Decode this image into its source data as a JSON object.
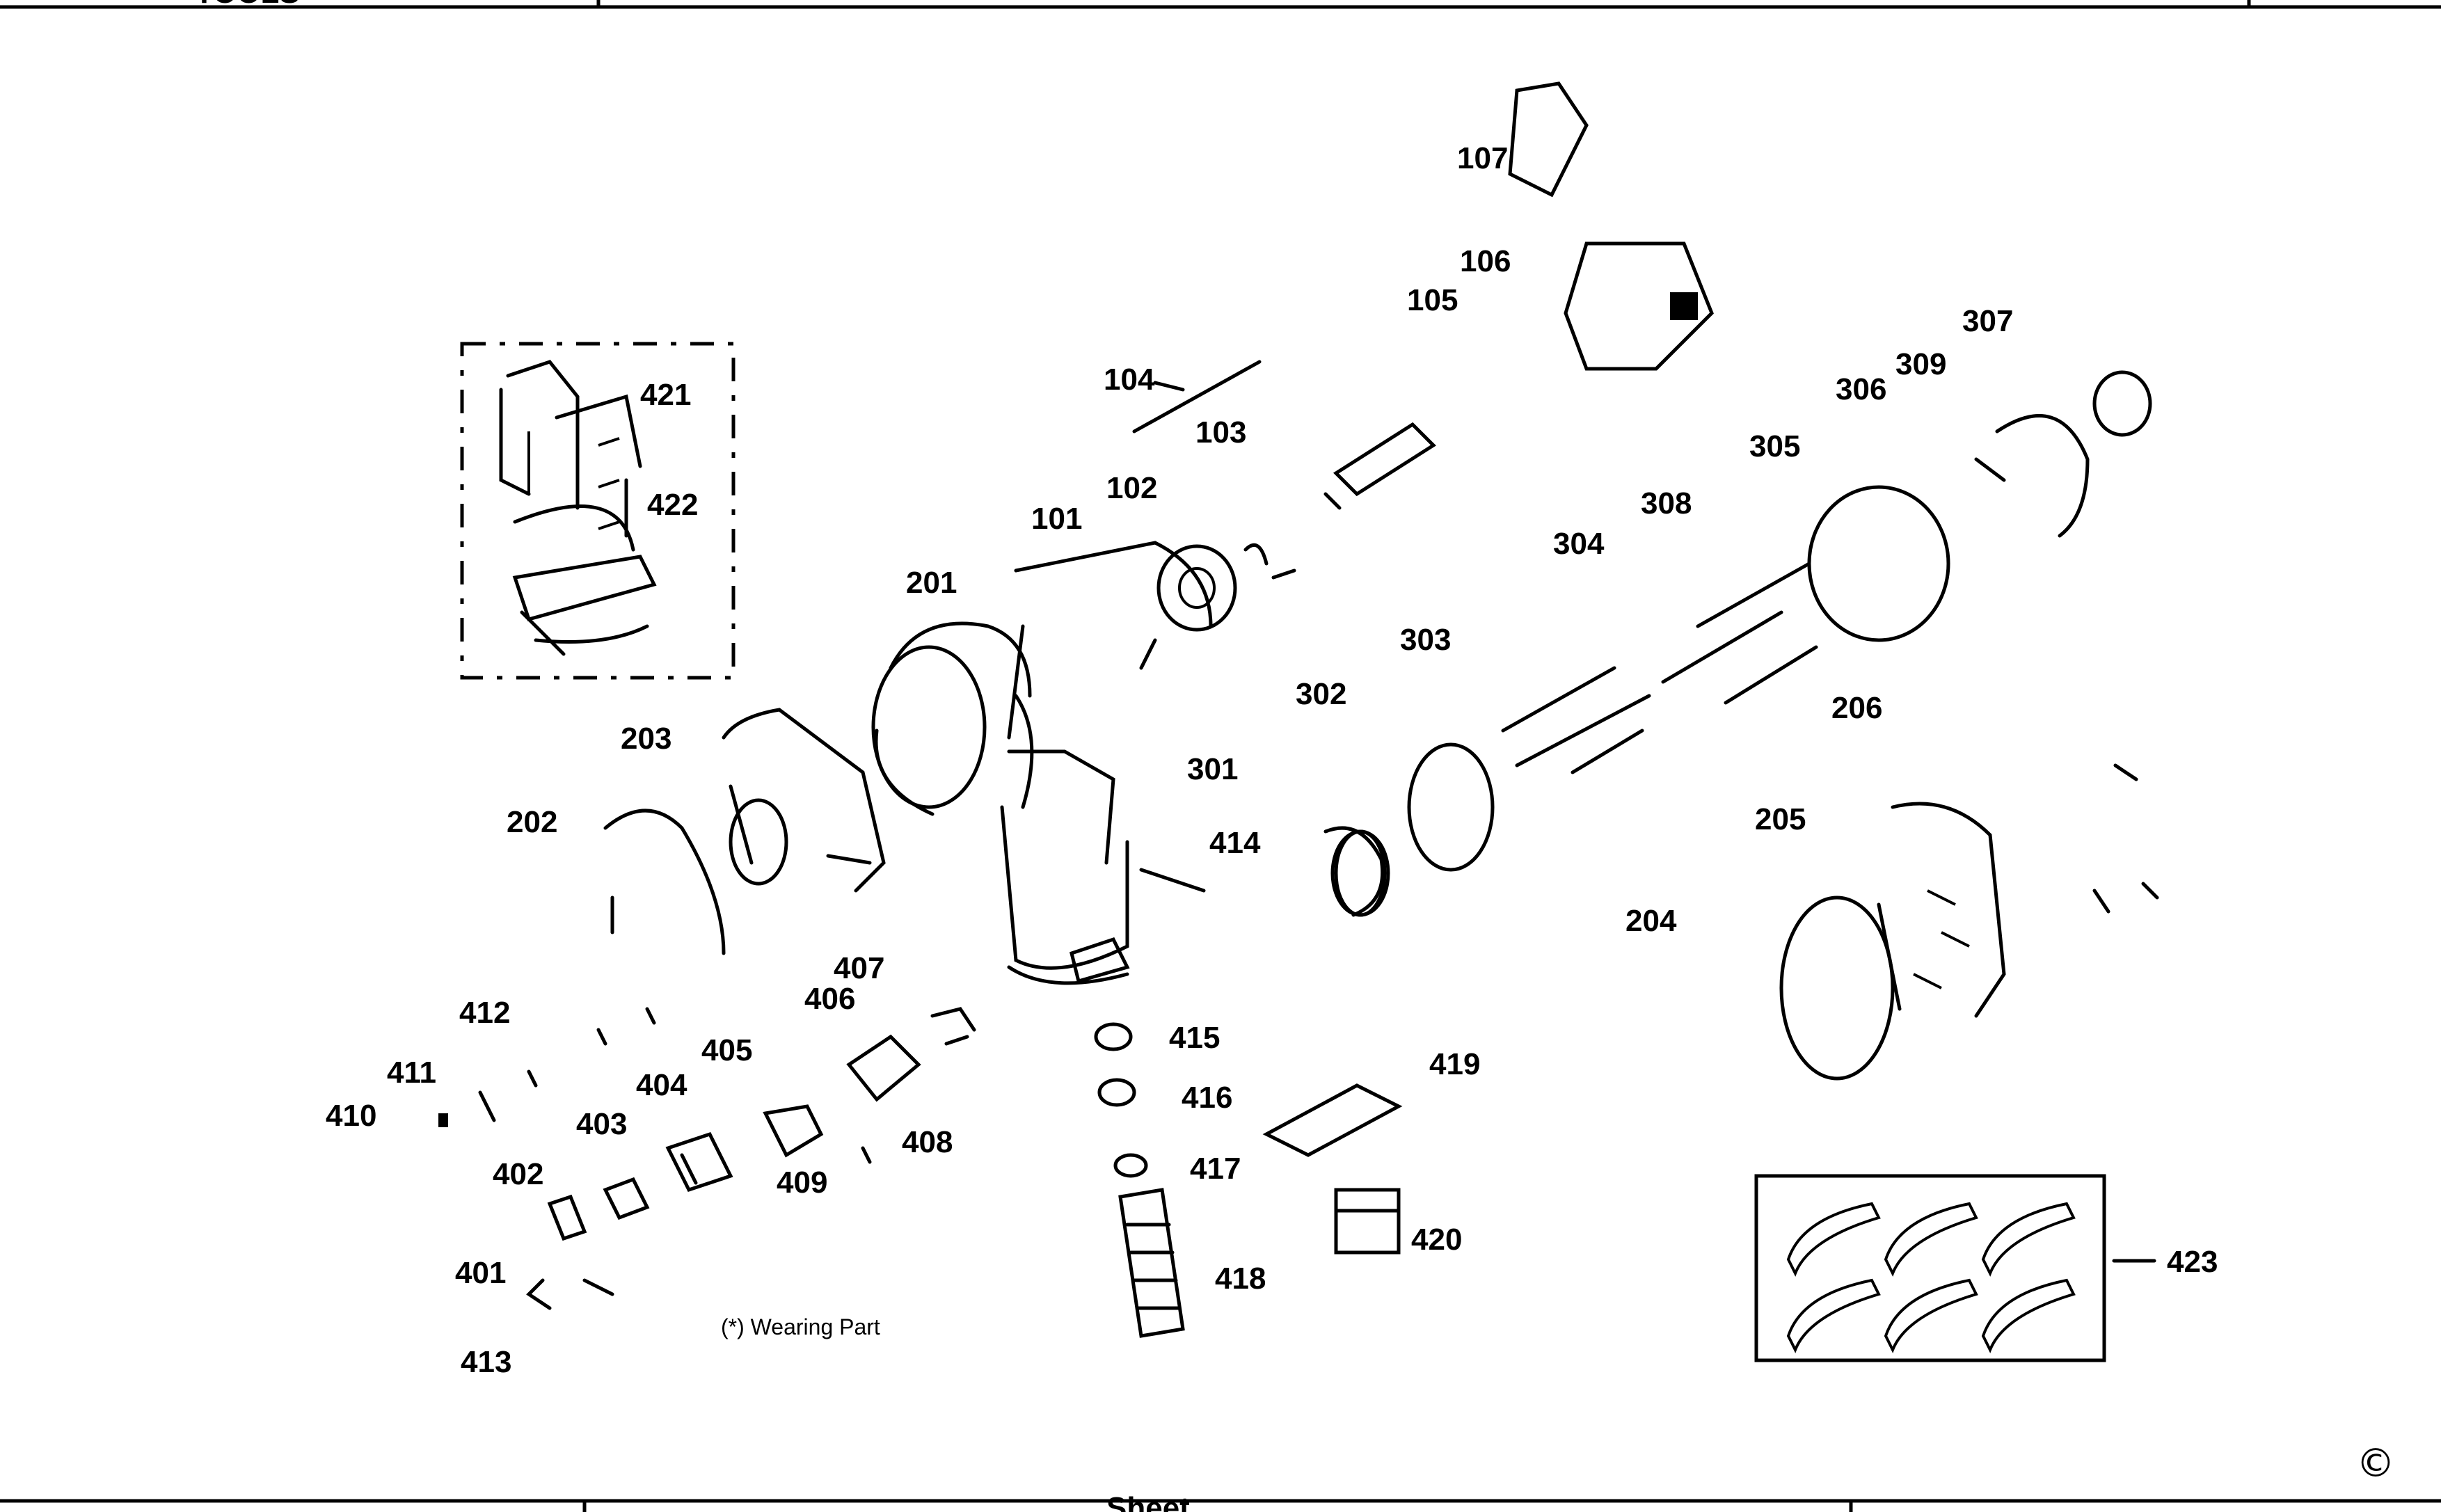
{
  "header": {
    "logo_text": "TOOLS"
  },
  "footer": {
    "center_text": "Sheet"
  },
  "copyright_symbol": "©",
  "note": "(*) Wearing Part",
  "callouts": [
    "101",
    "102",
    "103",
    "104",
    "105",
    "106",
    "107",
    "201",
    "202",
    "203",
    "204",
    "205",
    "206",
    "301",
    "302",
    "303",
    "304",
    "305",
    "306",
    "307",
    "308",
    "309",
    "401",
    "402",
    "403",
    "404",
    "405",
    "406",
    "407",
    "408",
    "409",
    "410",
    "411",
    "412",
    "413",
    "414",
    "415",
    "416",
    "417",
    "418",
    "419",
    "420",
    "421",
    "422",
    "423"
  ],
  "colors": {
    "ink": "#000000",
    "paper": "#ffffff"
  }
}
